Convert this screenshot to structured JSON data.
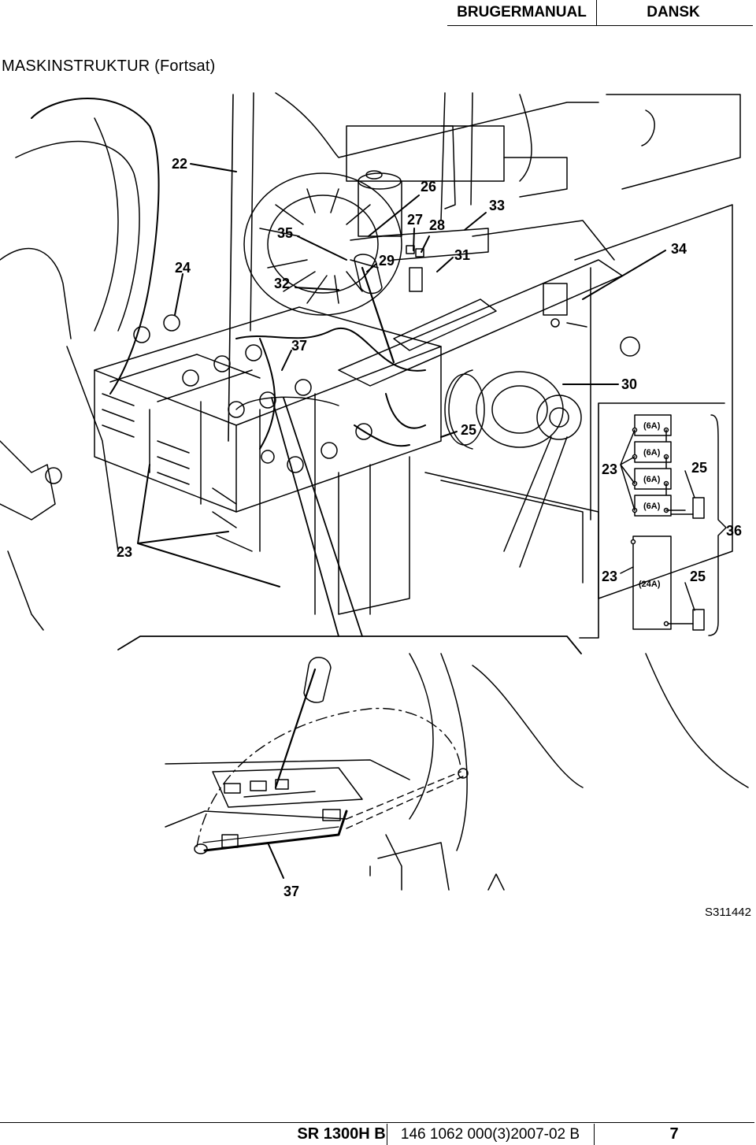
{
  "header": {
    "manual_label": "BRUGERMANUAL",
    "language_label": "DANSK"
  },
  "section_title": "MASKINSTRUKTUR (Fortsat)",
  "figure": {
    "callouts": [
      "22",
      "26",
      "33",
      "27",
      "28",
      "35",
      "24",
      "29",
      "31",
      "34",
      "32",
      "37",
      "30",
      "25",
      "23",
      "23",
      "25",
      "36",
      "23",
      "25",
      "37"
    ],
    "fuse_labels": [
      "(6A)",
      "(6A)",
      "(6A)",
      "(6A)",
      "(24A)"
    ],
    "figure_code": "S311442"
  },
  "footer": {
    "model": "SR 1300H B",
    "part_number": "146 1062 000(3)2007-02 B",
    "page_number": "7"
  }
}
